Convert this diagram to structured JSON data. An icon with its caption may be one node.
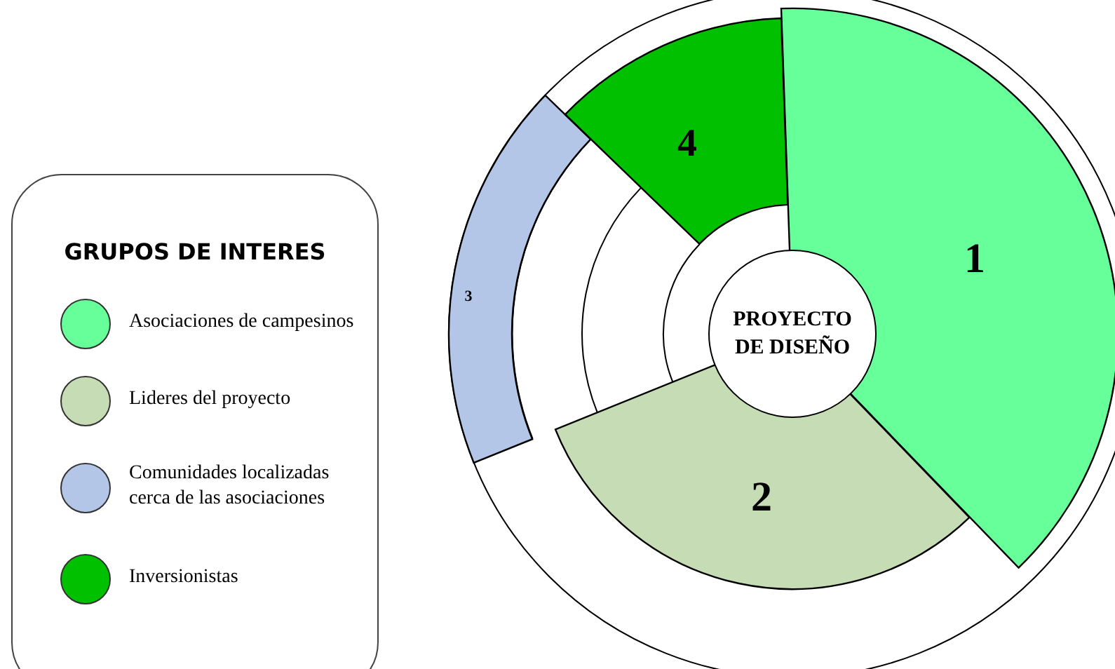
{
  "diagram": {
    "nodes": [
      {
        "text": [
          "GRUPOS DE INTERES"
        ]
      },
      {
        "text": [
          "PROYECTO DE DISEÑO"
        ]
      },
      {
        "text": [
          "1"
        ]
      },
      {
        "text": [
          "2"
        ]
      },
      {
        "text": [
          "3"
        ]
      },
      {
        "text": [
          "4"
        ]
      }
    ],
    "legend": [
      {
        "text": "Asociaciones de campesinos",
        "color": "#66ff99"
      },
      {
        "text": "Lideres del proyecto",
        "color": "#c5dcb5"
      },
      {
        "text": "Comunidades localizadas cerca de las asociaciones",
        "color": "#b4c6e7"
      },
      {
        "text": "Inversionistas",
        "color": "#00c000"
      }
    ]
  }
}
